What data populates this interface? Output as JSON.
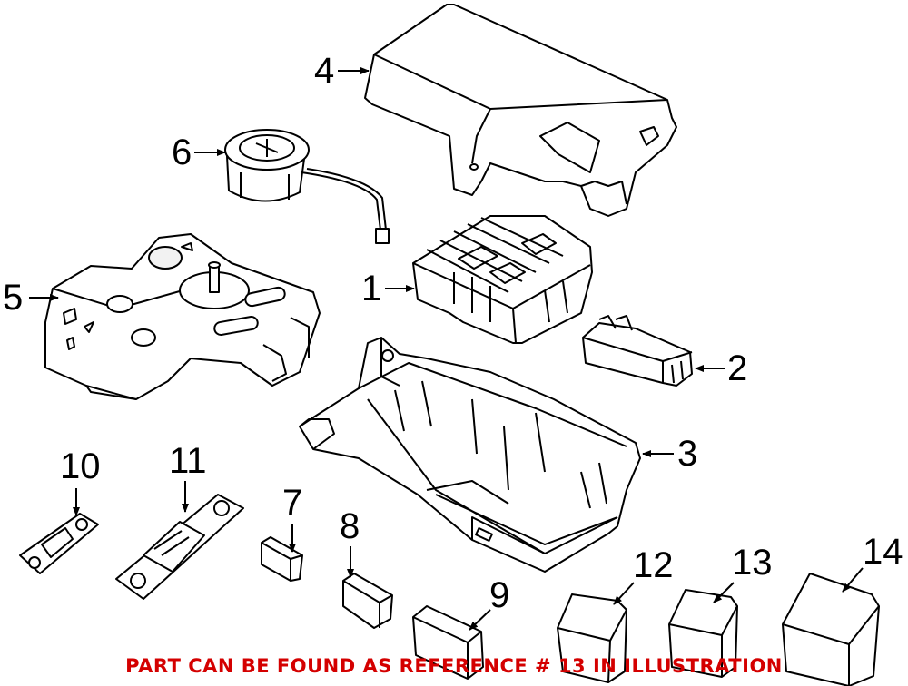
{
  "diagram": {
    "callouts": [
      {
        "id": "1",
        "label": "1"
      },
      {
        "id": "2",
        "label": "2"
      },
      {
        "id": "3",
        "label": "3"
      },
      {
        "id": "4",
        "label": "4"
      },
      {
        "id": "5",
        "label": "5"
      },
      {
        "id": "6",
        "label": "6"
      },
      {
        "id": "7",
        "label": "7"
      },
      {
        "id": "8",
        "label": "8"
      },
      {
        "id": "9",
        "label": "9"
      },
      {
        "id": "10",
        "label": "10"
      },
      {
        "id": "11",
        "label": "11"
      },
      {
        "id": "12",
        "label": "12"
      },
      {
        "id": "13",
        "label": "13"
      },
      {
        "id": "14",
        "label": "14"
      }
    ],
    "footer_note": "PART CAN BE FOUND AS REFERENCE # 13 IN ILLUSTRATION",
    "colors": {
      "line": "#000000",
      "background": "#ffffff",
      "note": "#d40000"
    }
  }
}
